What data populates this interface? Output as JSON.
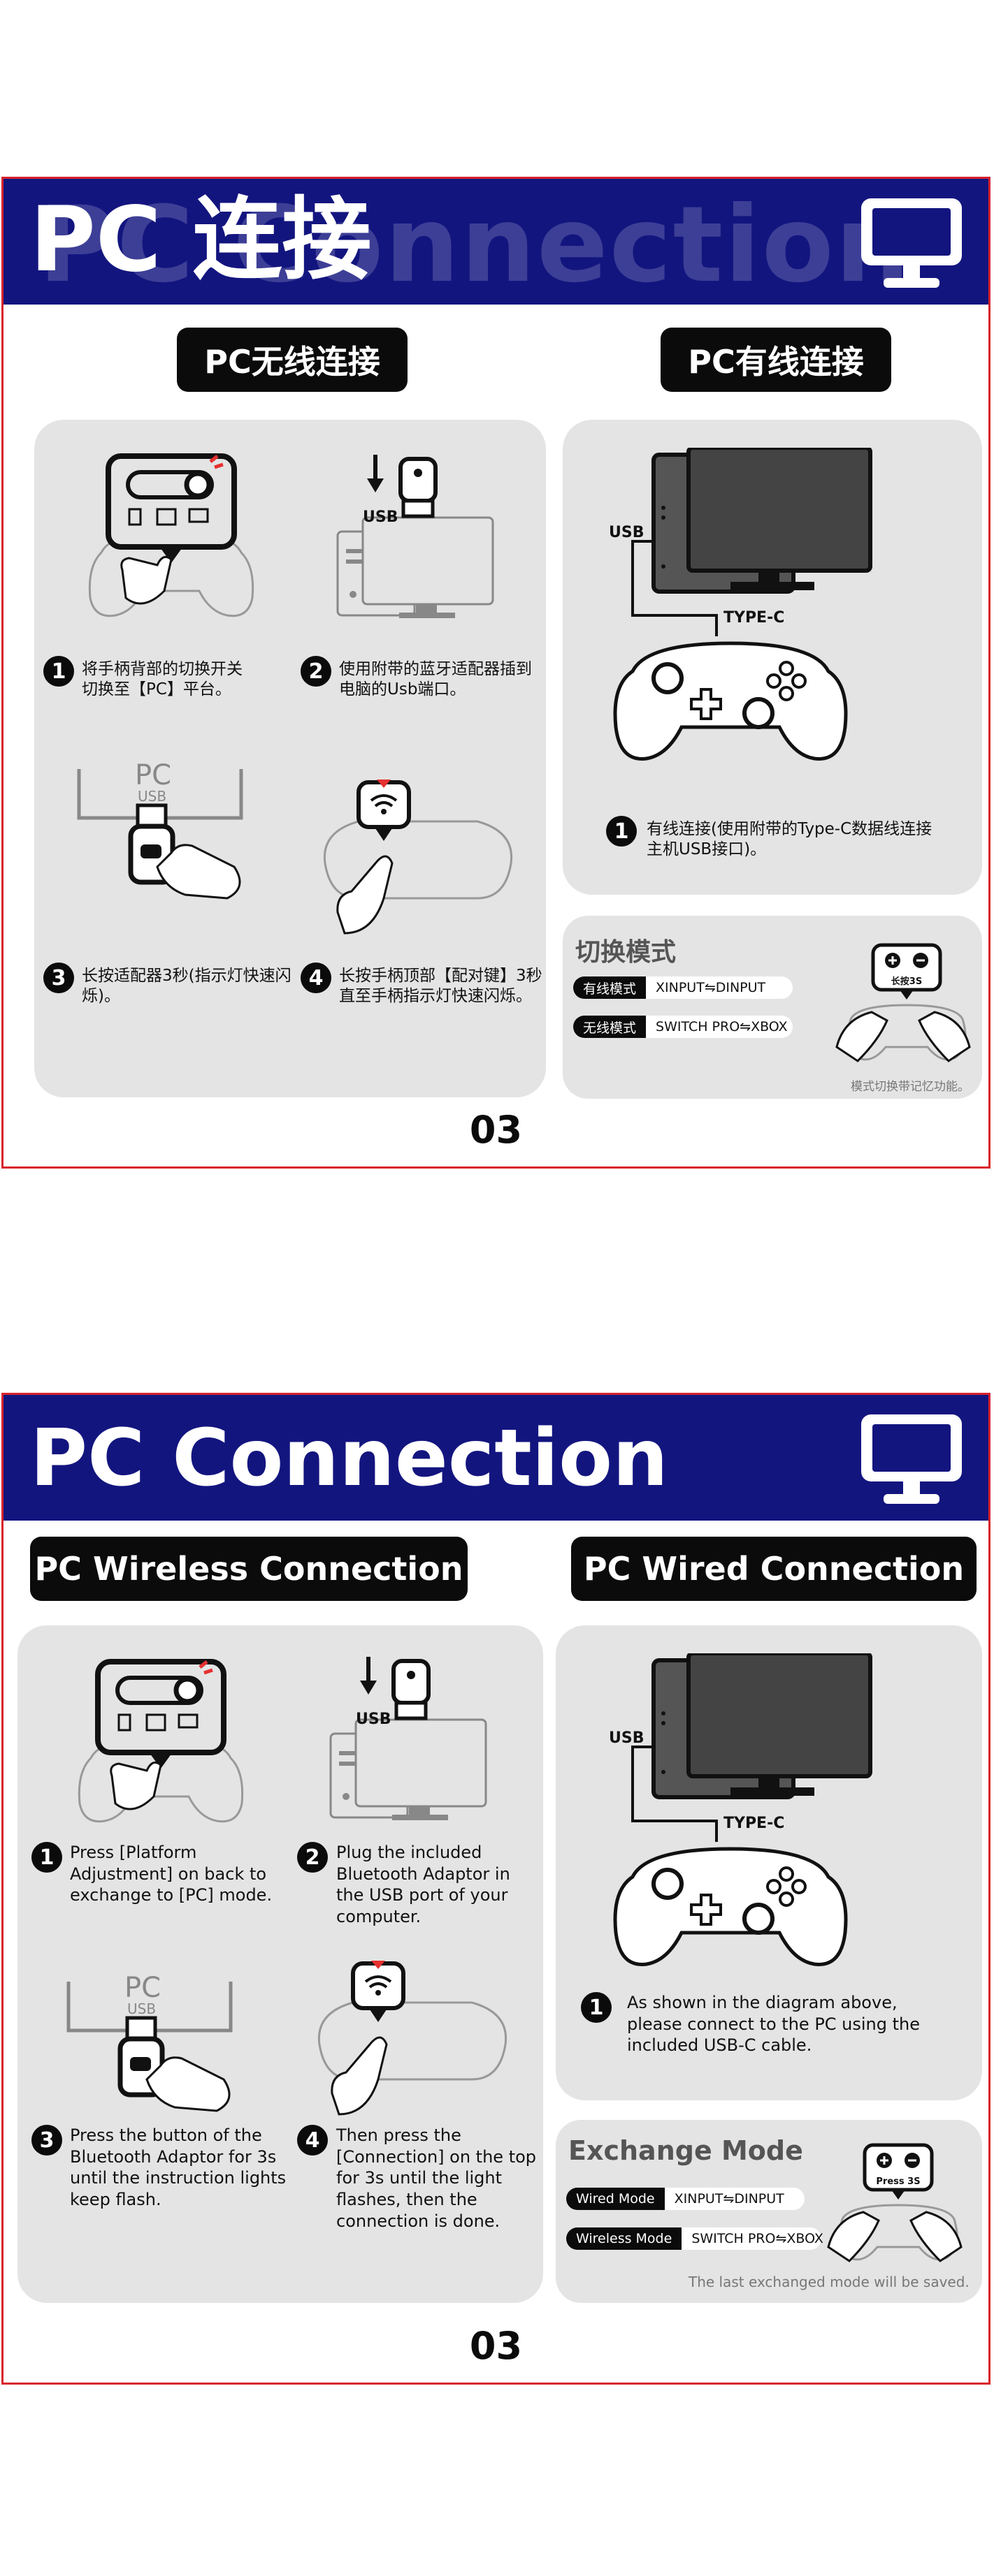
{
  "cn": {
    "title": "PC 连接",
    "ghost": "PC Connection",
    "wireless_heading": "PC无线连接",
    "wired_heading": "PC有线连接",
    "steps": [
      {
        "num": "1",
        "text": "将手柄背部的切换开关切换至【PC】平台。"
      },
      {
        "num": "2",
        "text": "使用附带的蓝牙适配器插到电脑的Usb端口。"
      },
      {
        "num": "3",
        "text": "长按适配器3秒(指示灯快速闪烁)。"
      },
      {
        "num": "4",
        "text": "长按手柄顶部【配对键】3秒直至手柄指示灯快速闪烁。"
      }
    ],
    "wired_step": {
      "num": "1",
      "text": "有线连接(使用附带的Type-C数据线连接主机USB接口)。"
    },
    "mode_title": "切换模式",
    "modes": [
      {
        "label": "有线模式",
        "value": "XINPUT⇋DINPUT"
      },
      {
        "label": "无线模式",
        "value": "SWITCH PRO⇋XBOX"
      }
    ],
    "hold_label": "长按3S",
    "note": "模式切换带记忆功能。",
    "page_number": "03"
  },
  "en": {
    "title": "PC Connection",
    "wireless_heading": "PC Wireless Connection",
    "wired_heading": "PC Wired Connection",
    "steps": [
      {
        "num": "1",
        "text": "Press [Platform Adjustment] on back to exchange to [PC] mode."
      },
      {
        "num": "2",
        "text": "Plug the included Bluetooth Adaptor in the USB port of your computer."
      },
      {
        "num": "3",
        "text": "Press the button of the Bluetooth Adaptor for 3s until the instruction lights keep flash."
      },
      {
        "num": "4",
        "text": "Then press the [Connection] on the top for 3s until the light flashes, then the connection is done."
      }
    ],
    "wired_step": {
      "num": "1",
      "text": "As shown in the diagram above, please connect to the PC using the included USB-C cable."
    },
    "mode_title": "Exchange Mode",
    "modes": [
      {
        "label": "Wired Mode",
        "value": "XINPUT⇋DINPUT"
      },
      {
        "label": "Wireless Mode",
        "value": "SWITCH PRO⇋XBOX"
      }
    ],
    "hold_label": "Press 3S",
    "note": "The last exchanged mode will be saved.",
    "page_number": "03"
  },
  "illustration_labels": {
    "usb": "USB",
    "type_c": "TYPE-C",
    "pc": "PC"
  },
  "icons": [
    "monitor-icon",
    "controller-icon",
    "usb-adaptor-icon",
    "computer-icon",
    "hand-icon",
    "wifi-icon",
    "plus-icon",
    "minus-icon"
  ],
  "colors": {
    "banner": "#13157f",
    "frame": "#d9232b",
    "panel": "#e4e4e4",
    "pill": "#0b0b0b",
    "accent_red": "#e53030"
  }
}
